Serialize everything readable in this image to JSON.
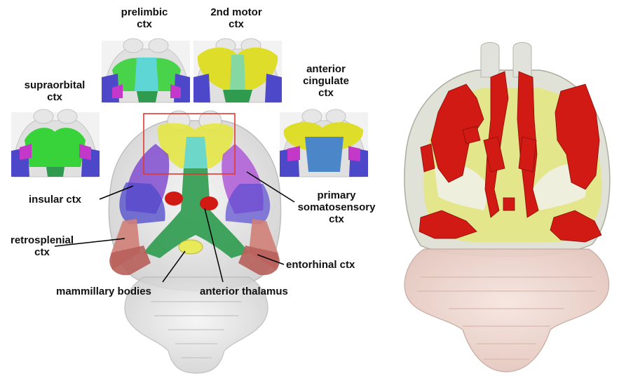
{
  "labels": {
    "prelimbic": [
      "prelimbic",
      "ctx"
    ],
    "motor2": [
      "2nd motor",
      "ctx"
    ],
    "supraorbital": [
      "supraorbital",
      "ctx"
    ],
    "anterior_cingulate": [
      "anterior",
      "cingulate",
      "ctx"
    ],
    "insular": "insular ctx",
    "primary_somatosensory": [
      "primary",
      "somatosensory",
      "ctx"
    ],
    "retrosplenial": [
      "retrosplenial",
      "ctx"
    ],
    "entorhinal": "entorhinal ctx",
    "mammillary": "mammillary bodies",
    "anterior_thalamus": "anterior thalamus"
  },
  "colors": {
    "glass": "#e6e6e6",
    "green_region": "#2e9b4e",
    "bright_green": "#38d23a",
    "cyan": "#5fd6d6",
    "yellow": "#e9ea3a",
    "purple": "#8a3fd0",
    "magenta": "#c438c9",
    "blue": "#4d48c9",
    "steel_blue": "#4a86c8",
    "red": "#d11a14",
    "salmon": "#d08078",
    "highlight_box": "#e0392e",
    "leader": "#000000"
  }
}
